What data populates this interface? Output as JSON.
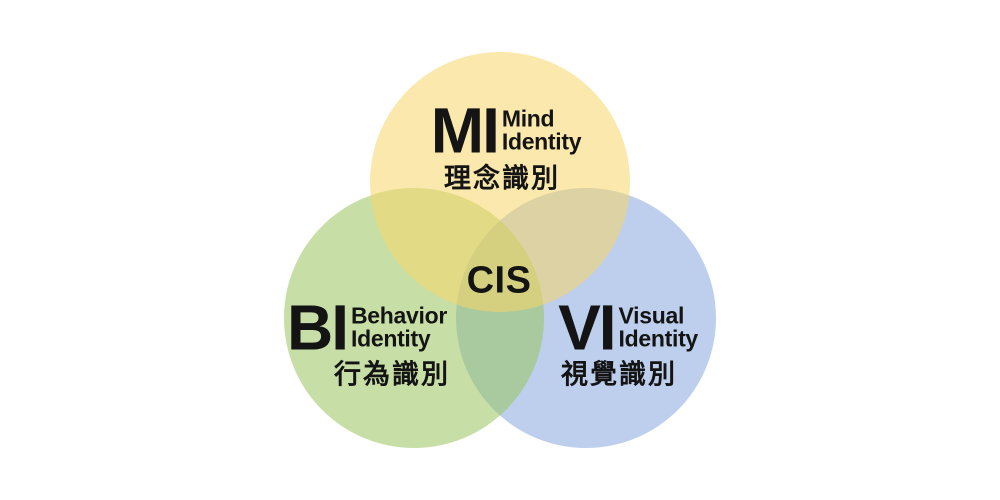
{
  "diagram": {
    "center_label": "CIS",
    "background_color": "#FFFFFF",
    "text_color": "#141414",
    "sets": [
      {
        "id": "mi",
        "acronym": "MI",
        "name_lines": [
          "Mind",
          "Identity"
        ],
        "cjk_label": "理念識別",
        "fill_solid": "#FBE8AC",
        "fill_rgba": "rgba(248,213,104,0.55)",
        "position": "top"
      },
      {
        "id": "bi",
        "acronym": "BI",
        "name_lines": [
          "Behavior",
          "Identity"
        ],
        "cjk_label": "行為識別",
        "fill_solid": "#C7DFA7",
        "fill_rgba": "rgba(153,197,95,0.55)",
        "position": "bottom-left"
      },
      {
        "id": "vi",
        "acronym": "VI",
        "name_lines": [
          "Visual",
          "Identity"
        ],
        "cjk_label": "視覺識別",
        "fill_solid": "#BDCFEC",
        "fill_rgba": "rgba(135,168,220,0.55)",
        "position": "bottom-right"
      }
    ],
    "overlap_colors": {
      "mi_bi": "#DBD87D",
      "mi_vi": "#CBC6A3",
      "bi_vi": "#9DC49D",
      "center": "#C3C581"
    }
  }
}
